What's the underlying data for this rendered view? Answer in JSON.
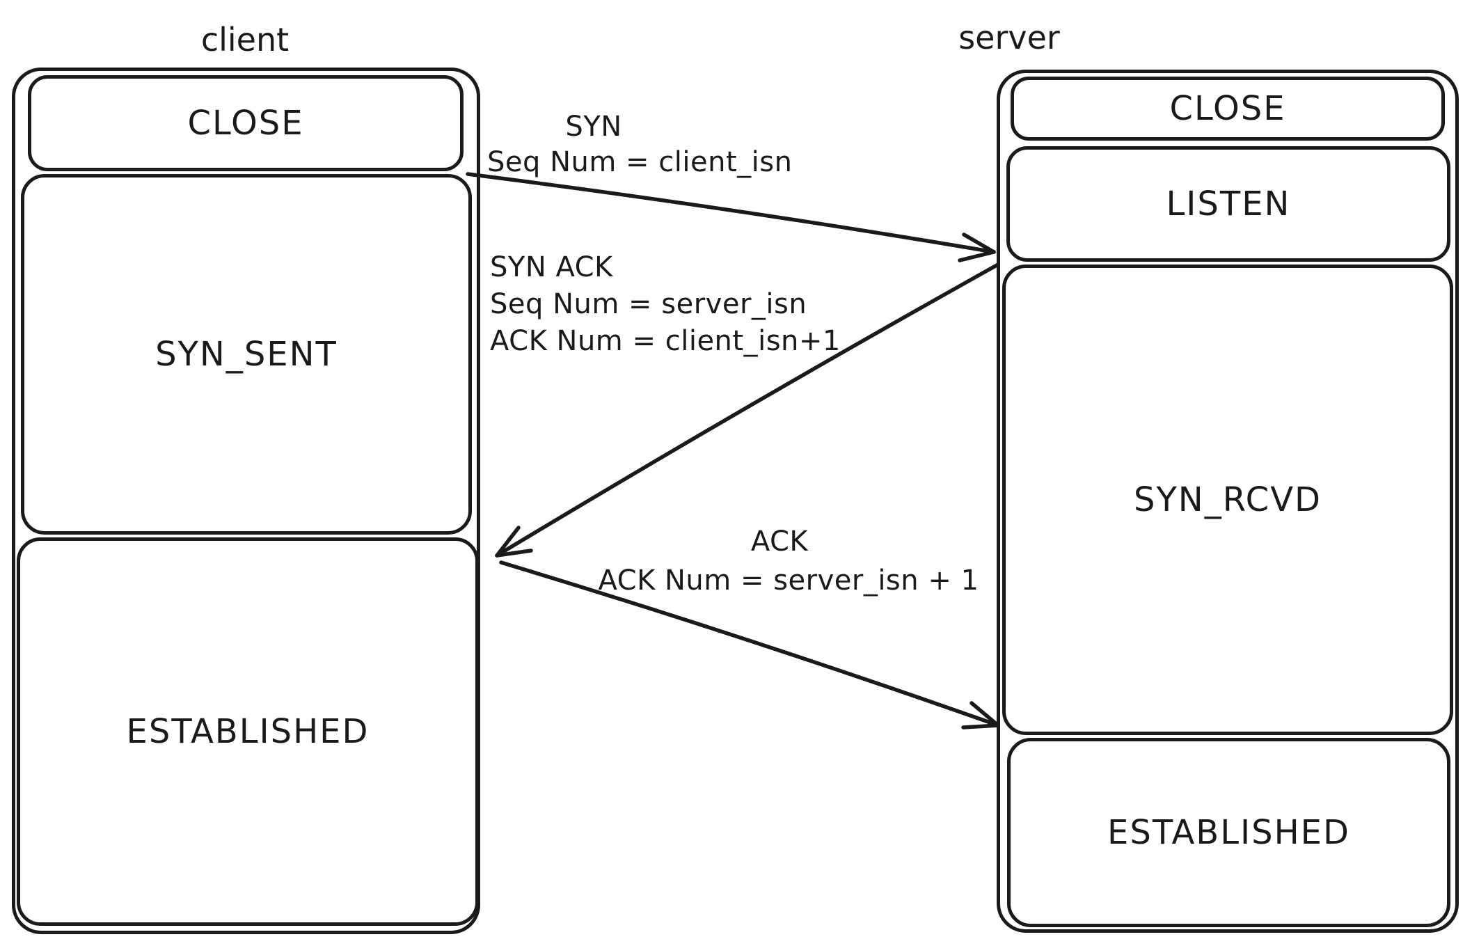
{
  "colors": {
    "ink": "#1a1a1a",
    "background": "#ffffff"
  },
  "client": {
    "title": "client",
    "states": {
      "close": "CLOSE",
      "syn_sent": "SYN_SENT",
      "established": "ESTABLISHED"
    }
  },
  "server": {
    "title": "server",
    "states": {
      "close": "CLOSE",
      "listen": "LISTEN",
      "syn_rcvd": "SYN_RCVD",
      "established": "ESTABLISHED"
    }
  },
  "messages": {
    "syn": {
      "title": "SYN",
      "detail1": "Seq Num = client_isn"
    },
    "syn_ack": {
      "title": "SYN ACK",
      "detail1": "Seq Num = server_isn",
      "detail2": "ACK Num = client_isn+1"
    },
    "ack": {
      "title": "ACK",
      "detail1": "ACK Num = server_isn + 1"
    }
  }
}
